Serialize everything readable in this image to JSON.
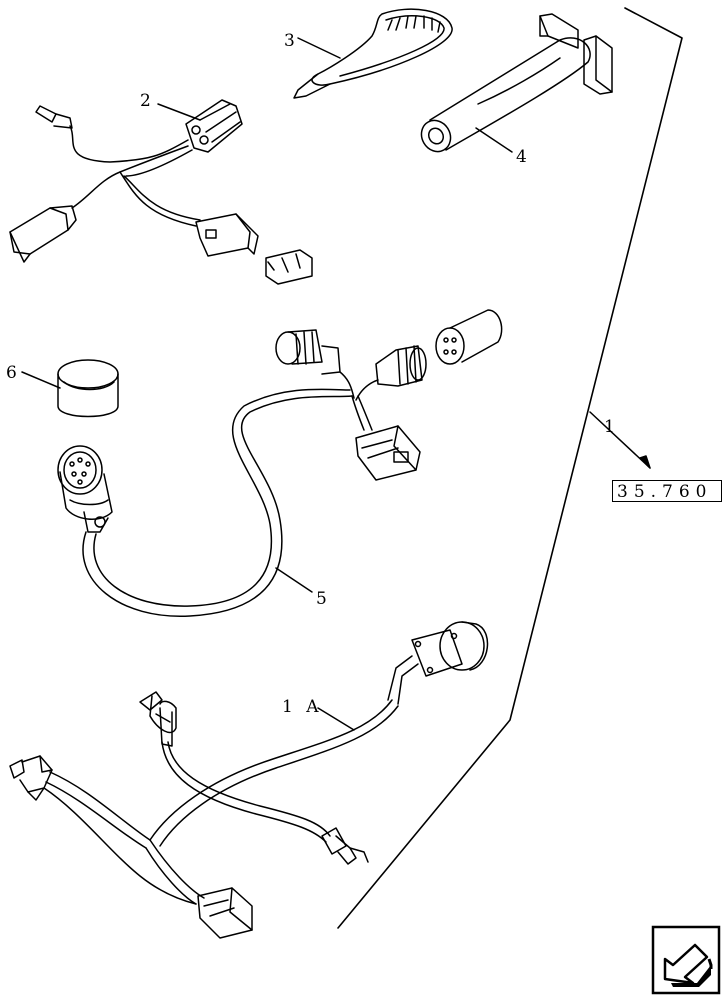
{
  "callouts": {
    "c1": "1",
    "c1a": "1 A",
    "c2": "2",
    "c3": "3",
    "c4": "4",
    "c5": "5",
    "c6": "6"
  },
  "reference_box": "35.760",
  "icons": {
    "nav": "back-arrow-icon"
  }
}
